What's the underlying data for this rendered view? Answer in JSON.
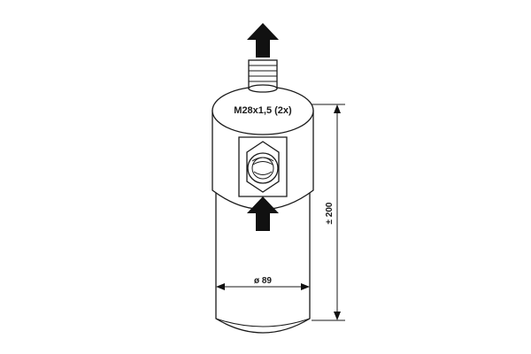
{
  "labels": {
    "thread": "M28x1,5 (2x)",
    "height": "± 200",
    "diameter": "ø 89"
  },
  "colors": {
    "line": "#1a1a1a",
    "arrow": "#111111",
    "background": "#ffffff"
  }
}
